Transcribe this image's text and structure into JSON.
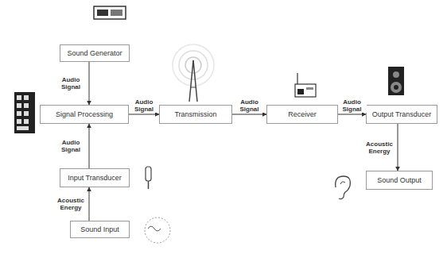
{
  "diagram": {
    "nodes": [
      {
        "text": [
          "Sound Generator"
        ]
      },
      {
        "text": [
          "Signal Processing"
        ]
      },
      {
        "text": [
          "Input Transducer"
        ]
      },
      {
        "text": [
          "Sound Input"
        ]
      },
      {
        "text": [
          "Transmission"
        ]
      },
      {
        "text": [
          "Receiver"
        ]
      },
      {
        "text": [
          "Output Transducer"
        ]
      },
      {
        "text": [
          "Sound Output"
        ]
      }
    ],
    "edges": [
      {
        "from": 0,
        "to": 1,
        "label": "Audio Signal",
        "arrow": "to"
      },
      {
        "from": 2,
        "to": 1,
        "label": "Audio Signal",
        "arrow": "to"
      },
      {
        "from": 3,
        "to": 2,
        "label": "Acoustic Energy",
        "arrow": "to"
      },
      {
        "from": 1,
        "to": 4,
        "label": "Audio Signal",
        "arrow": "to"
      },
      {
        "from": 4,
        "to": 5,
        "label": "Audio Signal",
        "arrow": "to"
      },
      {
        "from": 5,
        "to": 6,
        "label": "Audio Signal",
        "arrow": "to"
      },
      {
        "from": 6,
        "to": 7,
        "label": "Acoustic Energy",
        "arrow": "to"
      }
    ]
  }
}
